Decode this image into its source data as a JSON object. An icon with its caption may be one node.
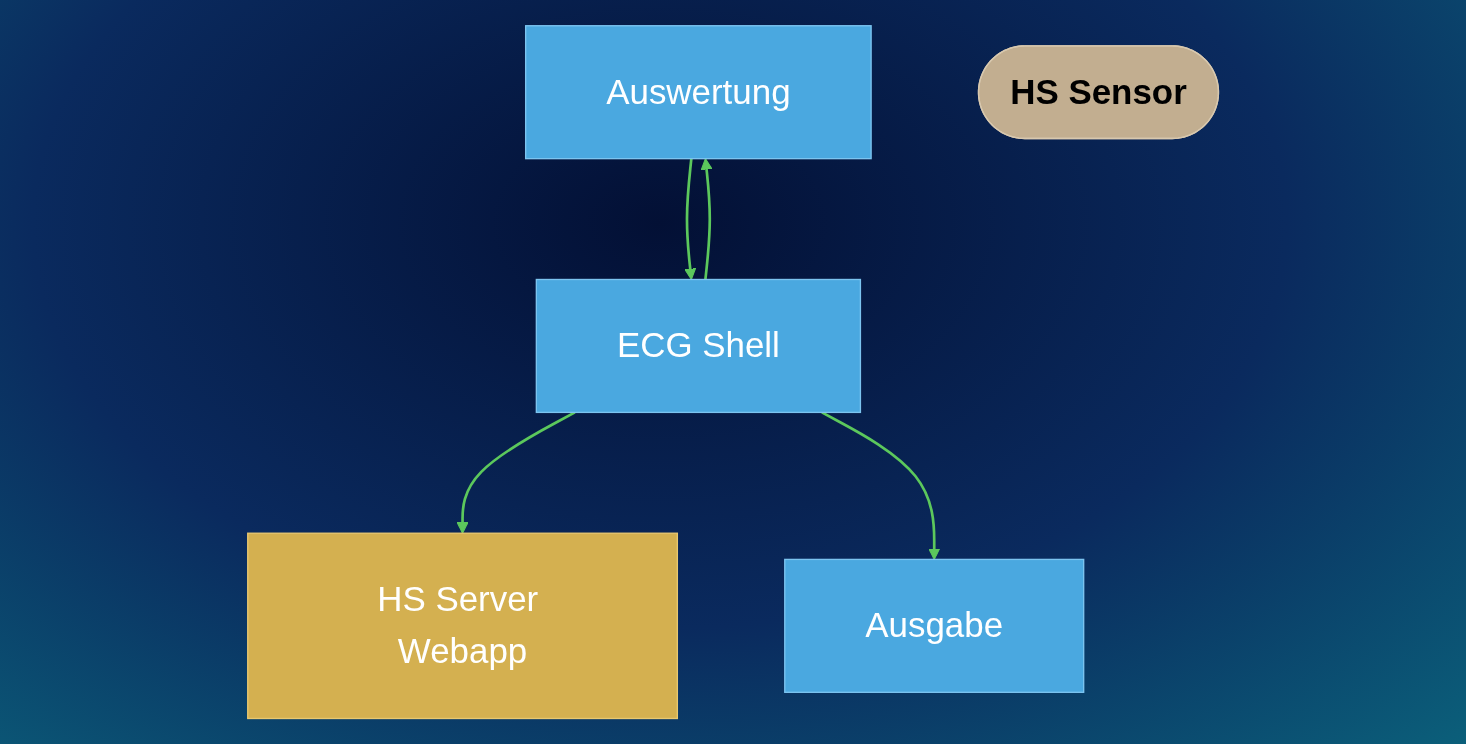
{
  "diagram": {
    "nodes": [
      {
        "text": [
          "Auswertung"
        ]
      },
      {
        "text": [
          "HS Server Webapp"
        ]
      },
      {
        "text": [
          "ECG Shell"
        ]
      },
      {
        "text": [
          "HS Sensor"
        ]
      },
      {
        "text": [
          "Ausgabe"
        ]
      }
    ],
    "edges": [
      {
        "from": 0,
        "to": 2,
        "arrow": "to"
      },
      {
        "from": 2,
        "to": 0,
        "arrow": "to"
      },
      {
        "from": 2,
        "to": 1,
        "arrow": "to"
      },
      {
        "from": 2,
        "to": 4,
        "arrow": "to"
      }
    ]
  }
}
